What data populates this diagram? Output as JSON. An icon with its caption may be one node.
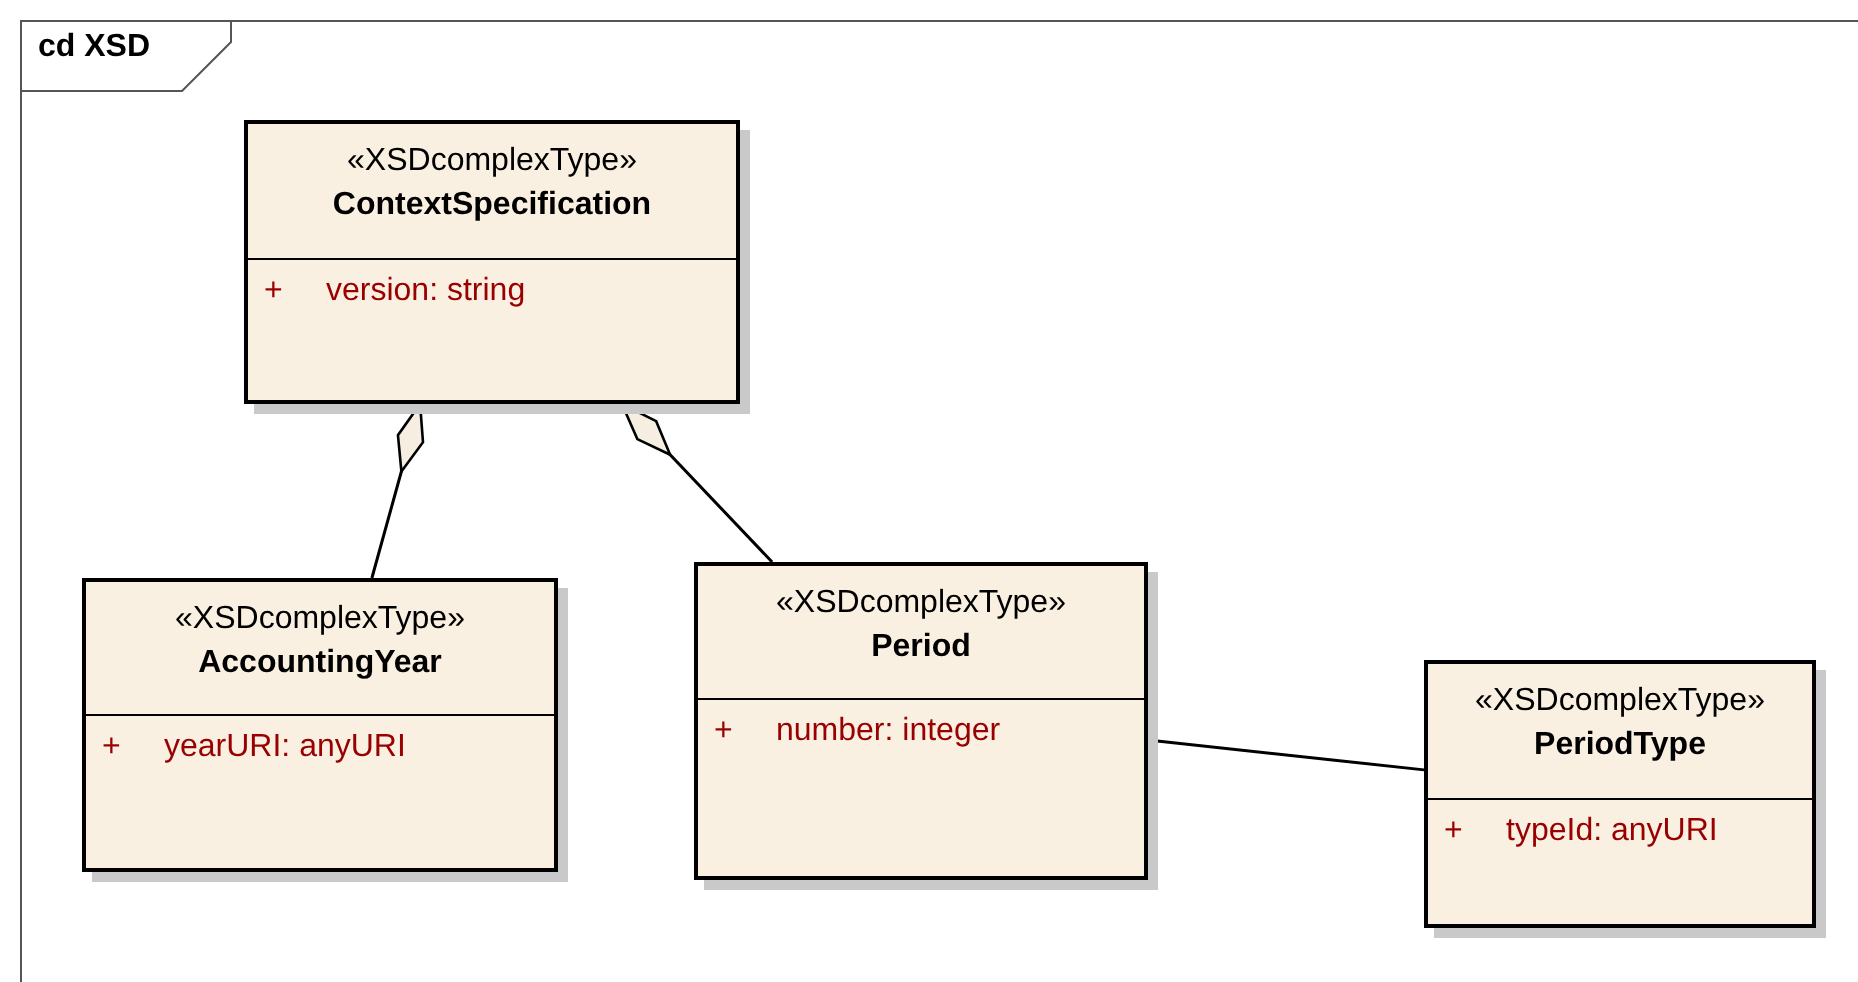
{
  "diagram": {
    "title": "cd XSD",
    "nodes": [
      {
        "text": [
          "«XSDcomplexType»",
          "ContextSpecification",
          "+",
          "version: string"
        ]
      },
      {
        "text": [
          "«XSDcomplexType»",
          "AccountingYear",
          "+",
          "yearURI: anyURI"
        ]
      },
      {
        "text": [
          "«XSDcomplexType»",
          "Period",
          "+",
          "number: integer"
        ]
      },
      {
        "text": [
          "«XSDcomplexType»",
          "PeriodType",
          "+",
          "typeId: anyURI"
        ]
      }
    ],
    "edges": [
      {
        "from": 1,
        "to": 0,
        "arrow": "other"
      },
      {
        "from": 2,
        "to": 0,
        "arrow": "other"
      },
      {
        "from": 2,
        "to": 3,
        "arrow": "none"
      }
    ]
  }
}
